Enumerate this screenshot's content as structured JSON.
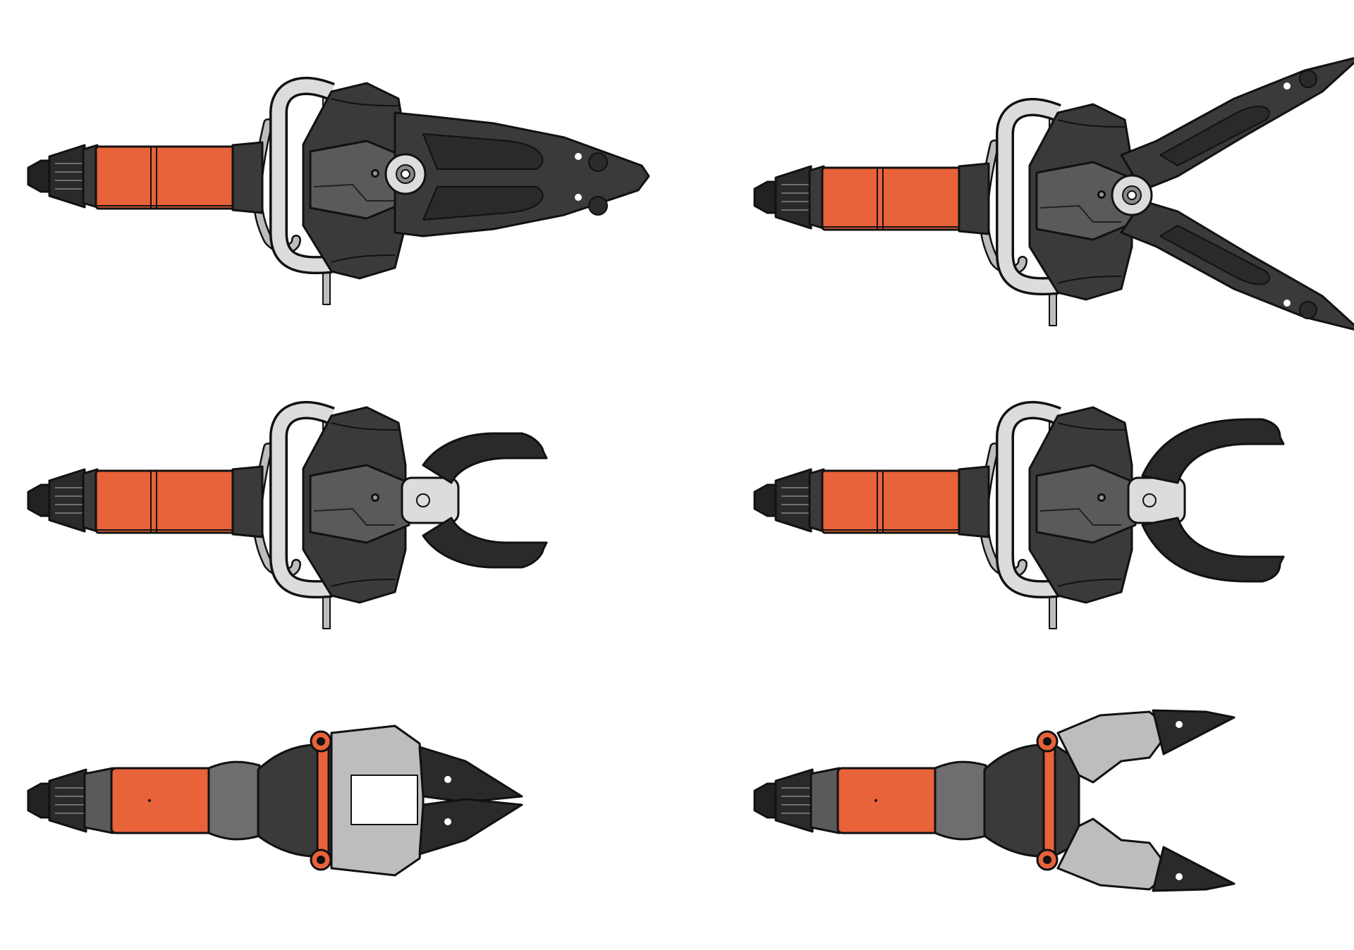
{
  "colors": {
    "orange": "#e8623a",
    "dark": "#3a3a3a",
    "body_gray": "#5a5a5c",
    "mid_gray": "#6e6e70",
    "light_gray": "#bdbdbf",
    "silver": "#dcdcdc",
    "outline": "#111111",
    "background": "#ffffff"
  },
  "tools": [
    {
      "kind": "combi-tool",
      "state": "closed",
      "icon": "combi-tool-closed-icon"
    },
    {
      "kind": "combi-tool",
      "state": "open",
      "icon": "combi-tool-open-icon"
    },
    {
      "kind": "cutter",
      "state": "closed",
      "icon": "cutter-closed-icon"
    },
    {
      "kind": "cutter",
      "state": "open",
      "icon": "cutter-open-icon"
    },
    {
      "kind": "spreader",
      "state": "closed",
      "icon": "spreader-closed-icon"
    },
    {
      "kind": "spreader",
      "state": "open",
      "icon": "spreader-open-icon"
    }
  ]
}
